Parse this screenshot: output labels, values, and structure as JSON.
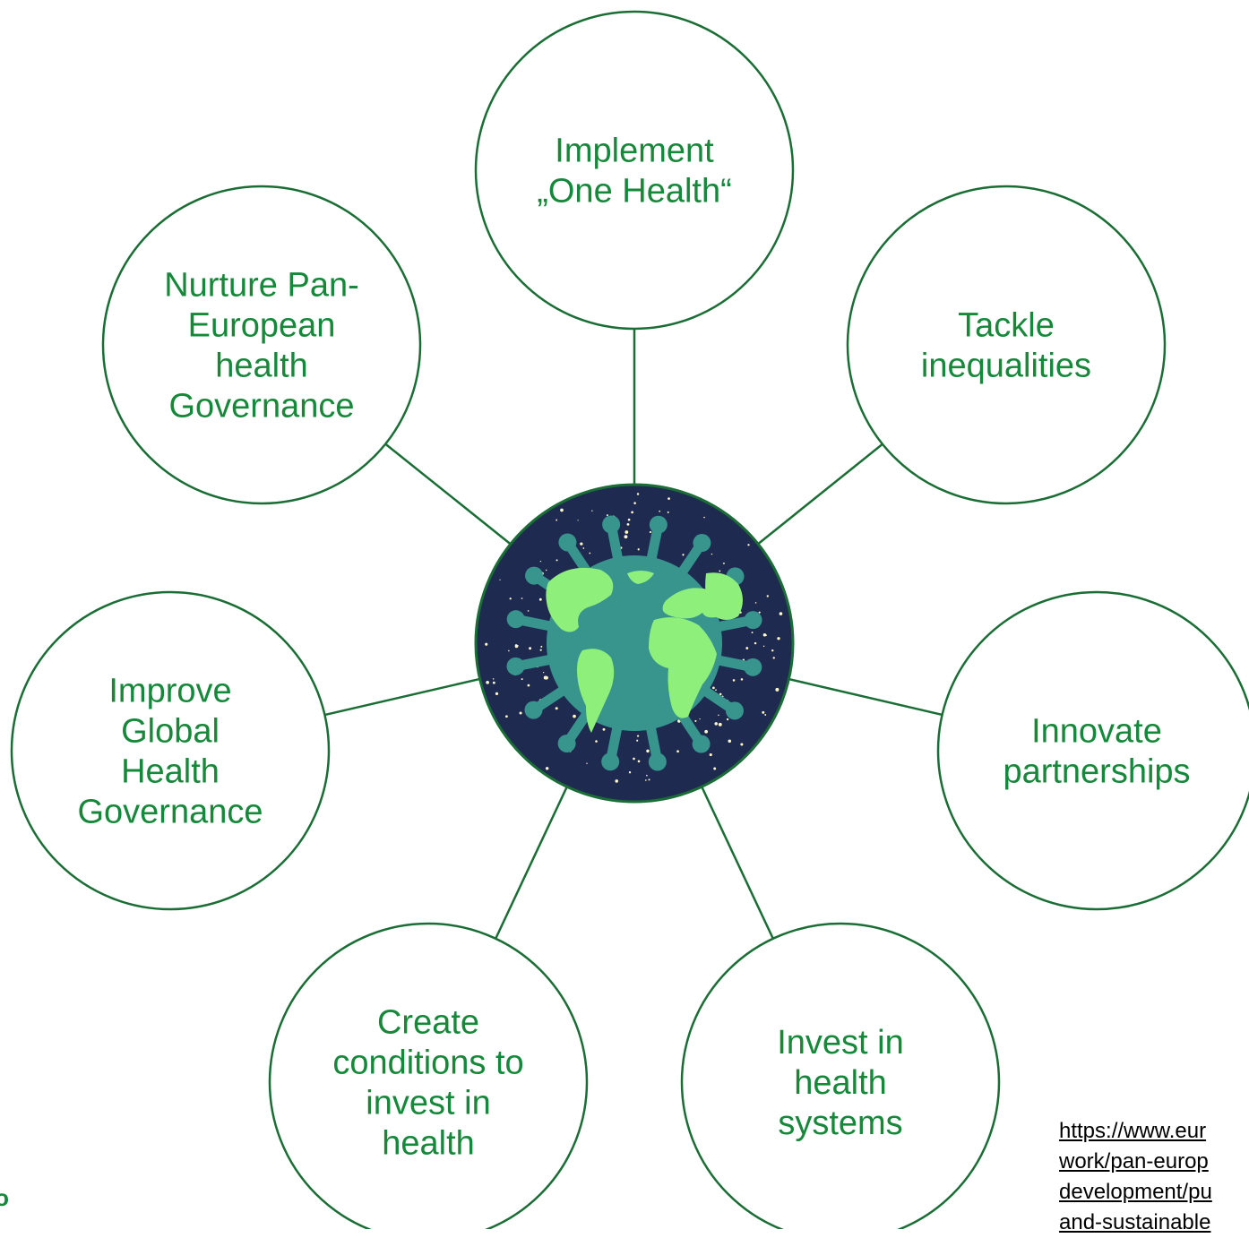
{
  "diagram": {
    "line_color": "#1a6e35",
    "text_color": "#16883a",
    "center": {
      "icon": "globe-virus-icon",
      "bg": "#1e2a50",
      "ocean": "#38958e",
      "land": "#8ef07a"
    },
    "nodes": [
      {
        "id": "one-health",
        "lines": [
          "Implement",
          "„One Health“"
        ]
      },
      {
        "id": "inequalities",
        "lines": [
          "Tackle",
          "inequalities"
        ]
      },
      {
        "id": "partnerships",
        "lines": [
          "Innovate",
          "partnerships"
        ]
      },
      {
        "id": "health-systems",
        "lines": [
          "Invest in",
          "health",
          "systems"
        ]
      },
      {
        "id": "invest-conditions",
        "lines": [
          "Create",
          "conditions to",
          "invest in",
          "health"
        ]
      },
      {
        "id": "global-governance",
        "lines": [
          "Improve",
          "Global",
          "Health",
          "Governance"
        ]
      },
      {
        "id": "pan-european",
        "lines": [
          "Nurture Pan-",
          "European",
          "health",
          "Governance"
        ]
      }
    ]
  },
  "source": {
    "lines": [
      "https://www.eur",
      "work/pan-europ",
      "development/pu",
      "and-sustainable"
    ]
  },
  "edge_text": "o"
}
